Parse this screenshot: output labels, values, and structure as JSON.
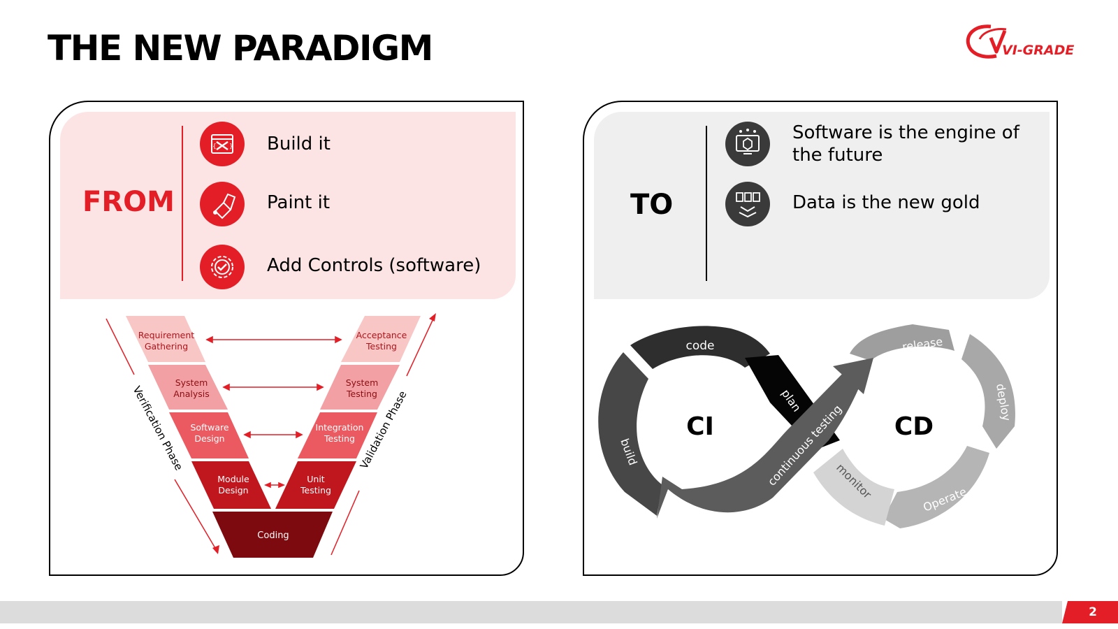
{
  "slide": {
    "title": "THE NEW PARADIGM",
    "logo_text": "VI-GRADE",
    "page_number": "2"
  },
  "from_panel": {
    "heading": "FROM",
    "items": [
      {
        "label": "Build it",
        "icon": "tools-icon"
      },
      {
        "label": "Paint it",
        "icon": "paint-brush-icon"
      },
      {
        "label": "Add Controls (software)",
        "icon": "gear-check-icon"
      }
    ],
    "v_model": {
      "left_phase": "Verification Phase",
      "right_phase": "Validation Phase",
      "levels": [
        {
          "left": [
            "Requirement",
            "Gathering"
          ],
          "right": [
            "Acceptance",
            "Testing"
          ]
        },
        {
          "left": [
            "System",
            "Analysis"
          ],
          "right": [
            "System",
            "Testing"
          ]
        },
        {
          "left": [
            "Software",
            "Design"
          ],
          "right": [
            "Integration",
            "Testing"
          ]
        },
        {
          "left": [
            "Module",
            "Design"
          ],
          "right": [
            "Unit",
            "Testing"
          ]
        }
      ],
      "bottom": "Coding"
    }
  },
  "to_panel": {
    "heading": "TO",
    "items": [
      {
        "label_line1": "Software is the engine of",
        "label_line2": "the future",
        "icon": "software-engine-icon"
      },
      {
        "label_line1": "Data is the new gold",
        "label_line2": "",
        "icon": "data-icon"
      }
    ],
    "devops": {
      "ci_label": "CI",
      "cd_label": "CD",
      "stages": {
        "code": "code",
        "plan": "plan",
        "build": "build",
        "continuous_testing": "continuous testing",
        "release": "release",
        "deploy": "deploy",
        "operate": "Operate",
        "monitor": "monitor"
      }
    }
  },
  "colors": {
    "accent_red": "#e41e26",
    "dark_gray": "#3a3a3a",
    "pink_bg": "#fde4e4",
    "gray_bg": "#efefef"
  }
}
